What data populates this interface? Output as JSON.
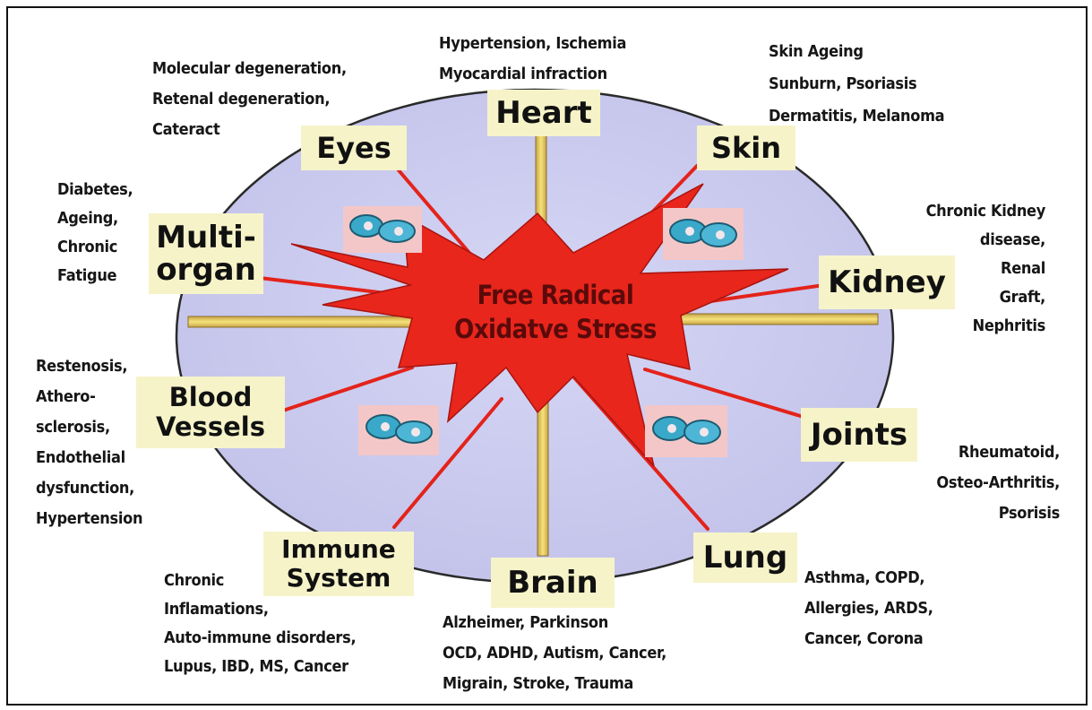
{
  "center": {
    "line1": "Free Radical",
    "line2": "Oxidatve Stress"
  },
  "organs": {
    "heart": "Heart",
    "eyes": "Eyes",
    "skin": "Skin",
    "multi_organ_line1": "Multi-",
    "multi_organ_line2": "organ",
    "kidney": "Kidney",
    "blood_vessels_line1": "Blood",
    "blood_vessels_line2": "Vessels",
    "joints": "Joints",
    "immune_line1": "Immune",
    "immune_line2": "System",
    "brain": "Brain",
    "lung": "Lung"
  },
  "notes": {
    "heart": [
      "Hypertension, Ischemia",
      "Myocardial infraction"
    ],
    "eyes": [
      "Molecular degeneration,",
      "Retenal  degeneration,",
      "Cateract"
    ],
    "skin": [
      "Skin Ageing",
      "Sunburn, Psoriasis",
      "Dermatitis, Melanoma"
    ],
    "multi_organ": [
      "Diabetes,",
      "Ageing,",
      "Chronic",
      "Fatigue"
    ],
    "kidney": [
      "Chronic Kidney",
      "disease,",
      "Renal",
      "Graft,",
      "Nephritis"
    ],
    "blood_vessels": [
      "Restenosis,",
      "Athero-",
      "sclerosis,",
      "Endothelial",
      "dysfunction,",
      "Hypertension"
    ],
    "joints": [
      "Rheumatoid,",
      "Osteo-Arthritis,",
      "Psorisis"
    ],
    "immune": [
      "Chronic",
      "Inflamations,",
      "Auto-immune disorders,",
      "Lupus, IBD, MS, Cancer"
    ],
    "brain": [
      "Alzheimer, Parkinson",
      "OCD, ADHD, Autism, Cancer,",
      "Migrain, Stroke, Trauma"
    ],
    "lung": [
      "Asthma, COPD,",
      "Allergies, ARDS,",
      "Cancer, Corona"
    ]
  },
  "colors": {
    "oval": "#c9c9ef",
    "burst": "#e8261c",
    "label_box": "#f6f3c9",
    "spoke": "#e0c24a"
  }
}
